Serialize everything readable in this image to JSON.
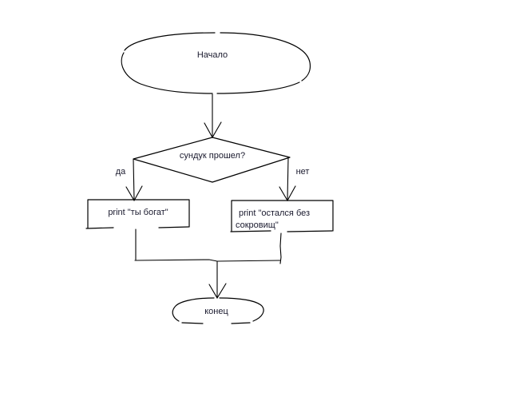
{
  "diagram": {
    "title": "Flowchart",
    "language": "ru",
    "background_color": "#ffffff",
    "stroke_color": "#000000",
    "text_color": "#1a1a2e",
    "nodes": {
      "start": {
        "shape": "ellipse",
        "label": "Начало",
        "type": "terminator"
      },
      "decision": {
        "shape": "diamond",
        "label": "сундук прошел?",
        "type": "decision"
      },
      "process_yes": {
        "shape": "rectangle",
        "label": "print \"ты богат\"",
        "type": "process"
      },
      "process_no": {
        "shape": "rectangle",
        "label_line1": "print \"остался без",
        "label_line2": "сокровищ\"",
        "type": "process"
      },
      "end": {
        "shape": "ellipse",
        "label": "конец",
        "type": "terminator"
      }
    },
    "edges": {
      "start_to_decision": {
        "label": ""
      },
      "decision_to_yes": {
        "label": "да"
      },
      "decision_to_no": {
        "label": "нет"
      },
      "merge_to_end": {
        "label": ""
      }
    }
  }
}
